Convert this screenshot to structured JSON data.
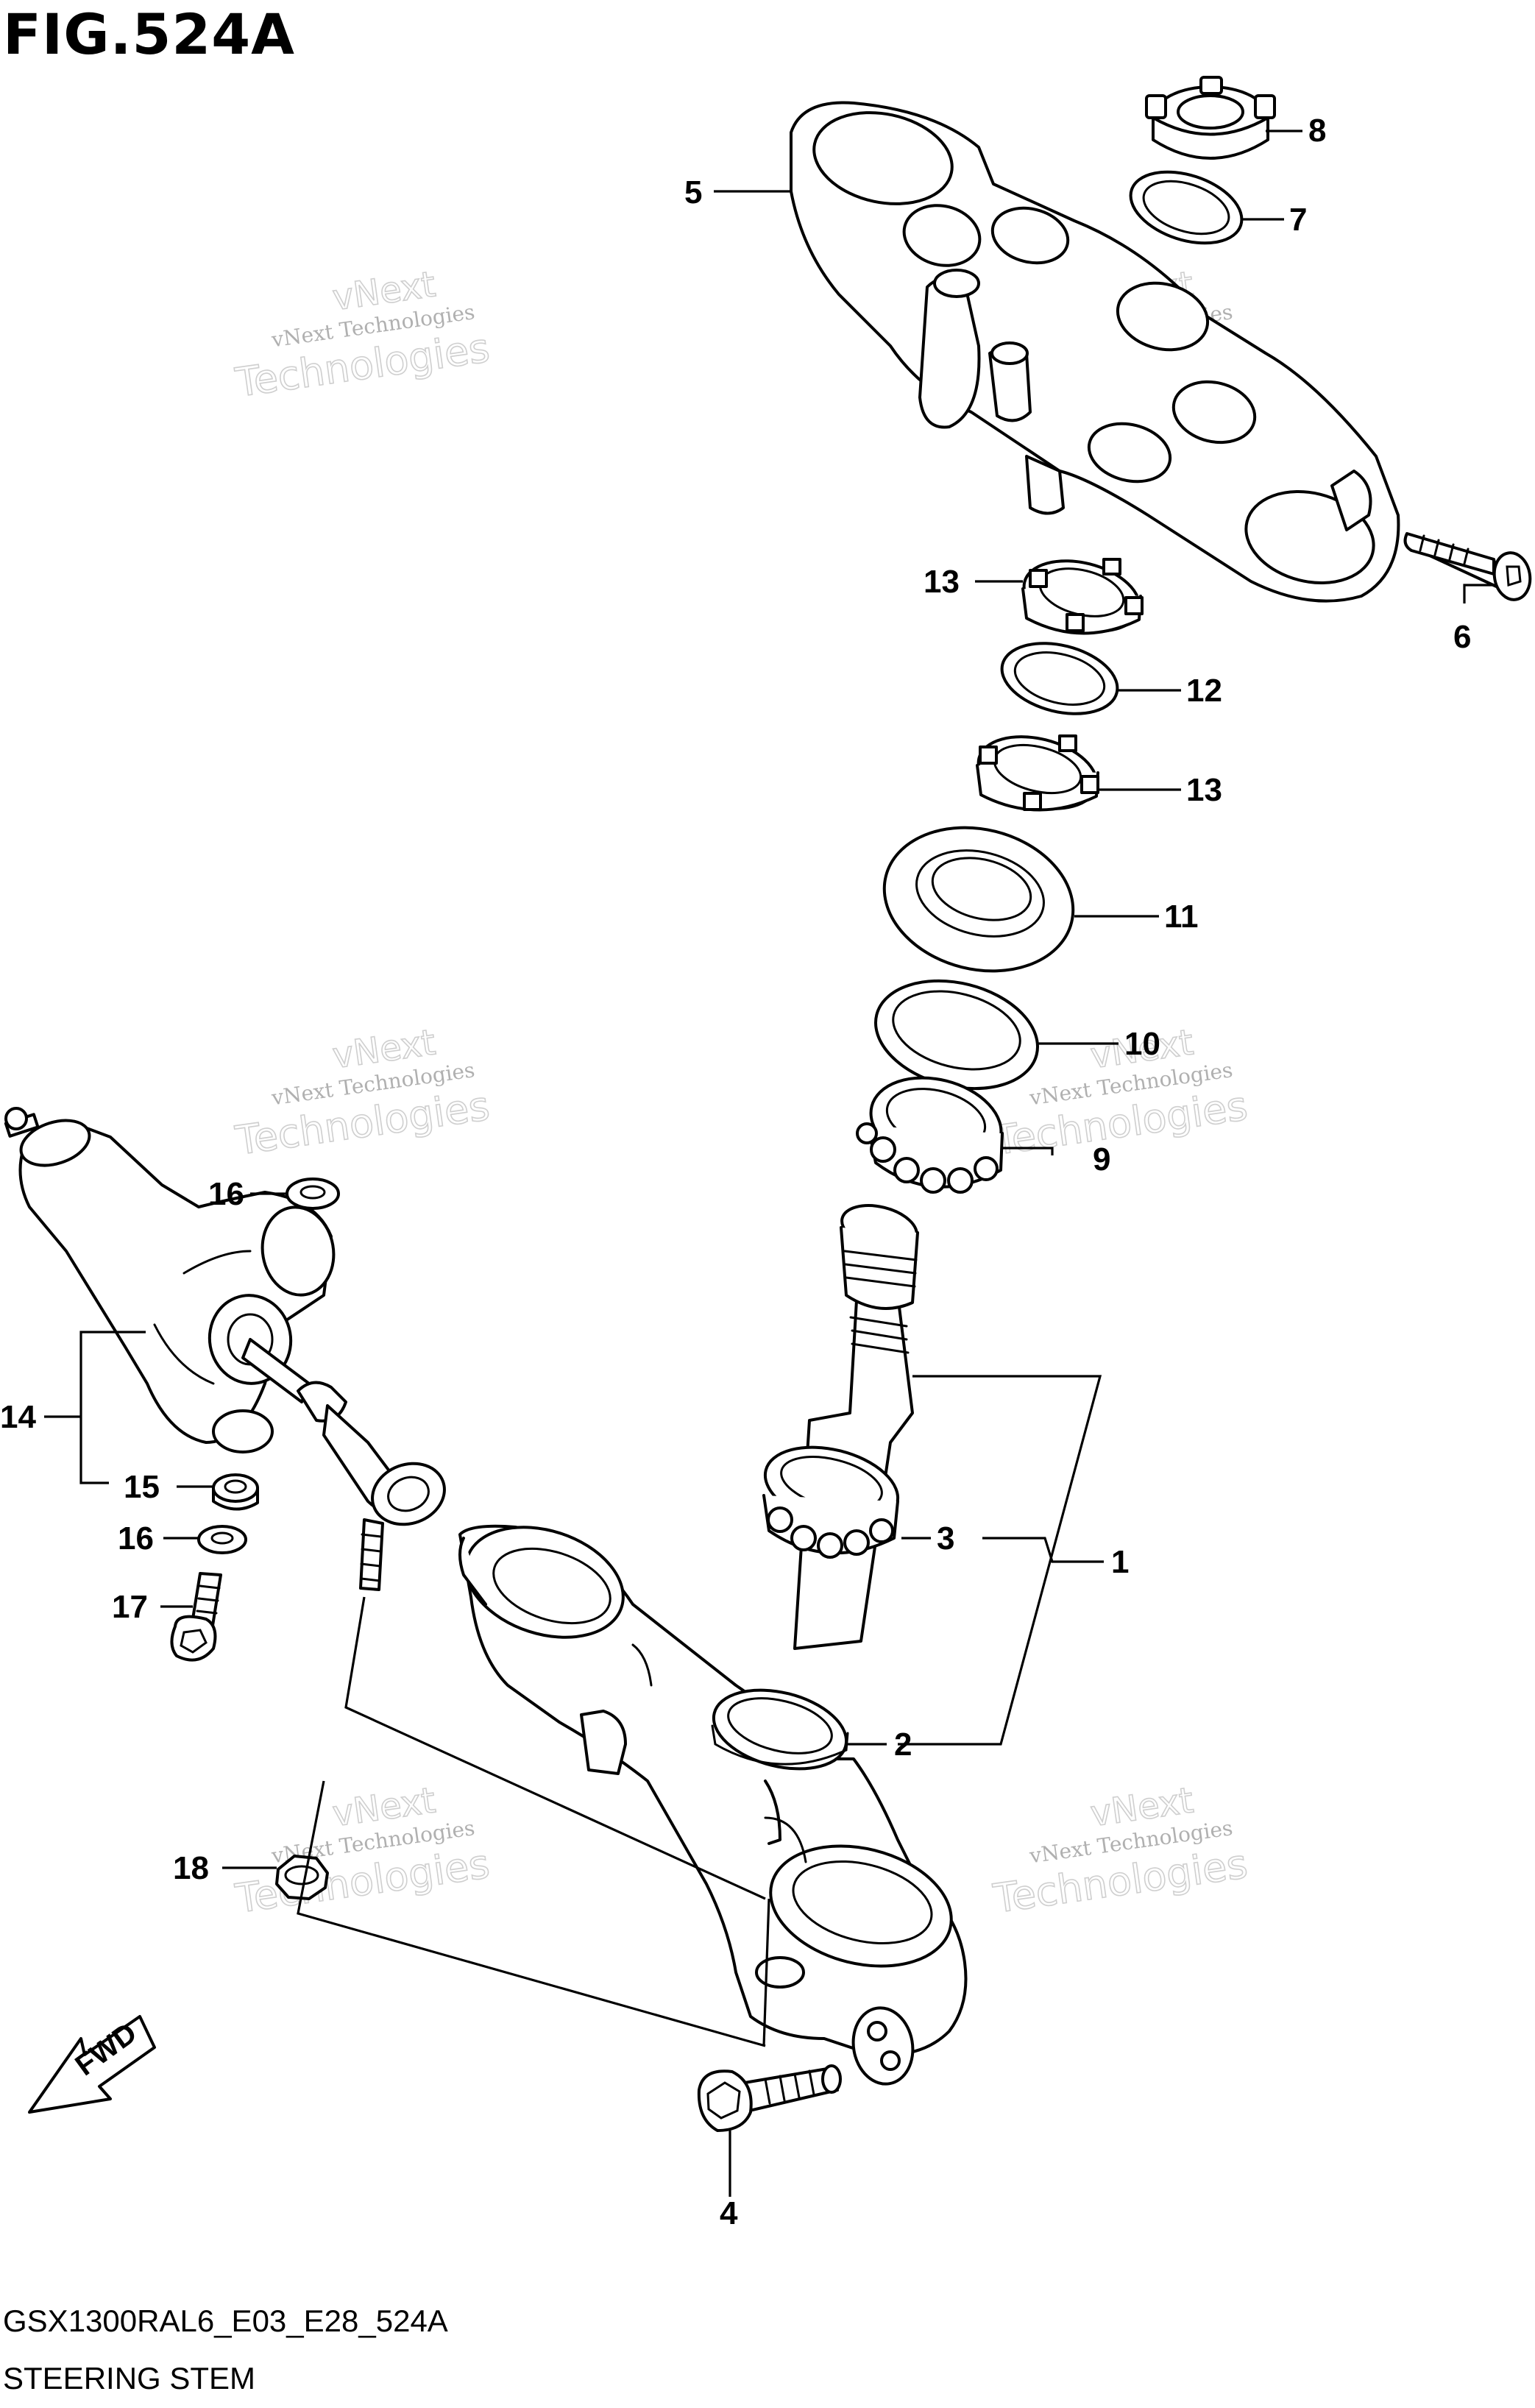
{
  "figure": {
    "title": "FIG.524A",
    "code": "GSX1300RAL6_E03_E28_524A",
    "name": "STEERING STEM"
  },
  "watermark": {
    "line_small": "vNext Technologies",
    "line_vnext": "vNext",
    "line_tech": "Technologies"
  },
  "fwd_label": "FWD",
  "callouts": [
    {
      "id": "c1",
      "label": "1"
    },
    {
      "id": "c2",
      "label": "2"
    },
    {
      "id": "c3",
      "label": "3"
    },
    {
      "id": "c4",
      "label": "4"
    },
    {
      "id": "c5",
      "label": "5"
    },
    {
      "id": "c6",
      "label": "6"
    },
    {
      "id": "c7",
      "label": "7"
    },
    {
      "id": "c8",
      "label": "8"
    },
    {
      "id": "c9",
      "label": "9"
    },
    {
      "id": "c10",
      "label": "10"
    },
    {
      "id": "c11",
      "label": "11"
    },
    {
      "id": "c12",
      "label": "12"
    },
    {
      "id": "c13a",
      "label": "13"
    },
    {
      "id": "c13b",
      "label": "13"
    },
    {
      "id": "c14",
      "label": "14"
    },
    {
      "id": "c15",
      "label": "15"
    },
    {
      "id": "c16a",
      "label": "16"
    },
    {
      "id": "c16b",
      "label": "16"
    },
    {
      "id": "c17",
      "label": "17"
    },
    {
      "id": "c18",
      "label": "18"
    }
  ]
}
